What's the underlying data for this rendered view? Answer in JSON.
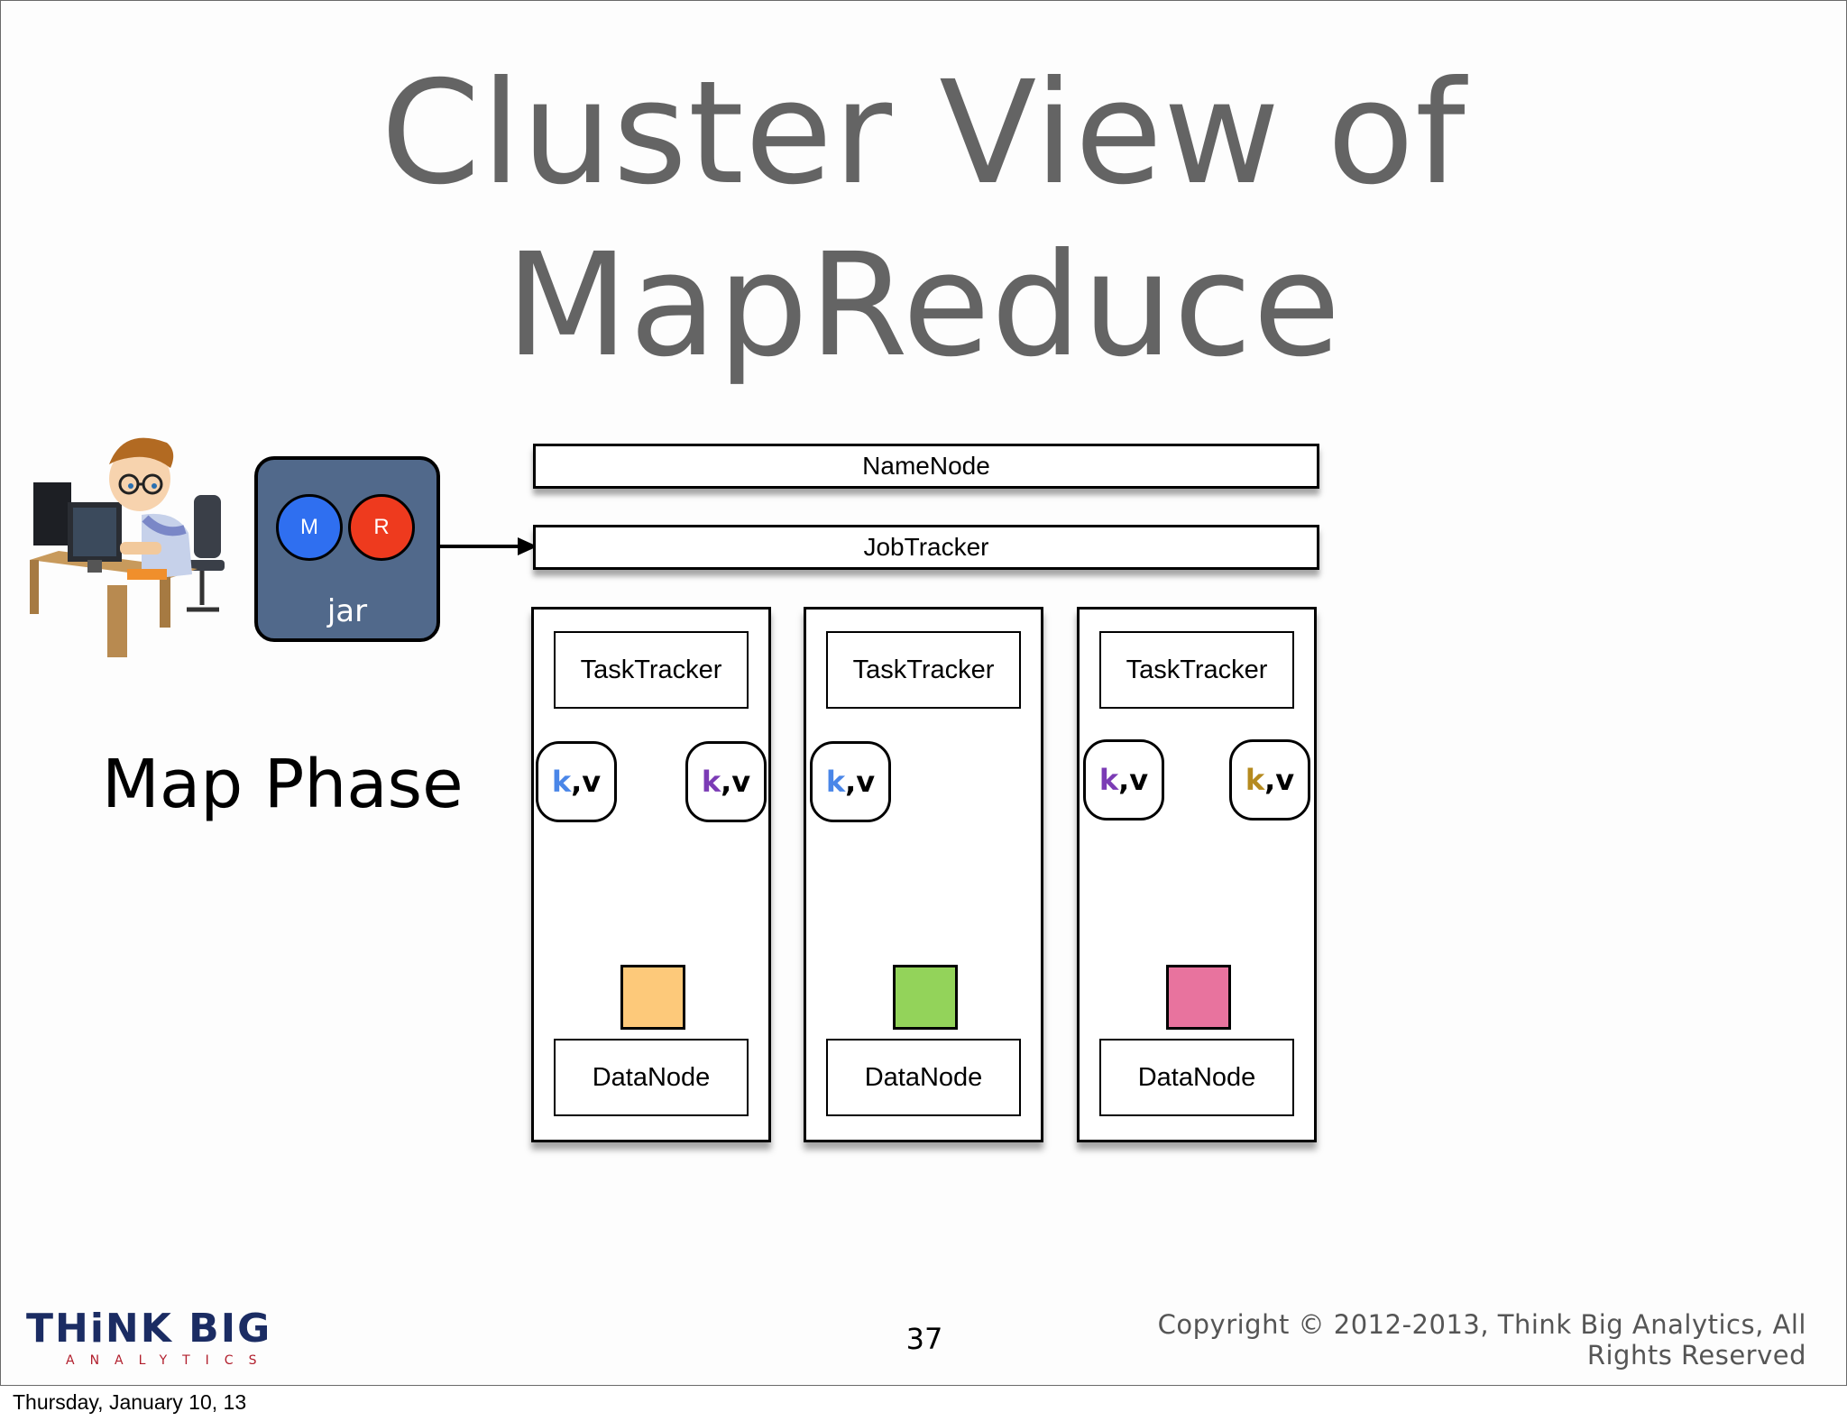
{
  "slide": {
    "title_line1": "Cluster View of",
    "title_line2": "MapReduce",
    "phase_label": "Map Phase",
    "page_number": "37",
    "copyright_line1": "Copyright © 2012-2013, Think Big Analytics, All",
    "copyright_line2": "Rights Reserved",
    "date_footer": "Thursday, January 10, 13"
  },
  "logo": {
    "main": "THiNK BIG",
    "sub": "ANALYTICS"
  },
  "jar": {
    "label": "jar",
    "map_badge": "M",
    "reduce_badge": "R",
    "map_color": "#2f6ff0",
    "reduce_color": "#ee3a1e",
    "bg_color": "#51698b"
  },
  "cluster": {
    "namenode_label": "NameNode",
    "jobtracker_label": "JobTracker",
    "nodes": [
      {
        "tasktracker_label": "TaskTracker",
        "datanode_label": "DataNode",
        "block_color": "#fdc97a",
        "kv": [
          {
            "k": "k",
            "sep": ",",
            "v": "v",
            "k_color": "#4a86e8"
          },
          {
            "k": "k",
            "sep": ",",
            "v": "v",
            "k_color": "#7b3bb5"
          }
        ]
      },
      {
        "tasktracker_label": "TaskTracker",
        "datanode_label": "DataNode",
        "block_color": "#93d35a",
        "kv": [
          {
            "k": "k",
            "sep": ",",
            "v": "v",
            "k_color": "#4a86e8"
          }
        ]
      },
      {
        "tasktracker_label": "TaskTracker",
        "datanode_label": "DataNode",
        "block_color": "#e8739e",
        "kv": [
          {
            "k": "k",
            "sep": ",",
            "v": "v",
            "k_color": "#7b3bb5"
          },
          {
            "k": "k",
            "sep": ",",
            "v": "v",
            "k_color": "#b58a1e"
          }
        ]
      }
    ]
  }
}
